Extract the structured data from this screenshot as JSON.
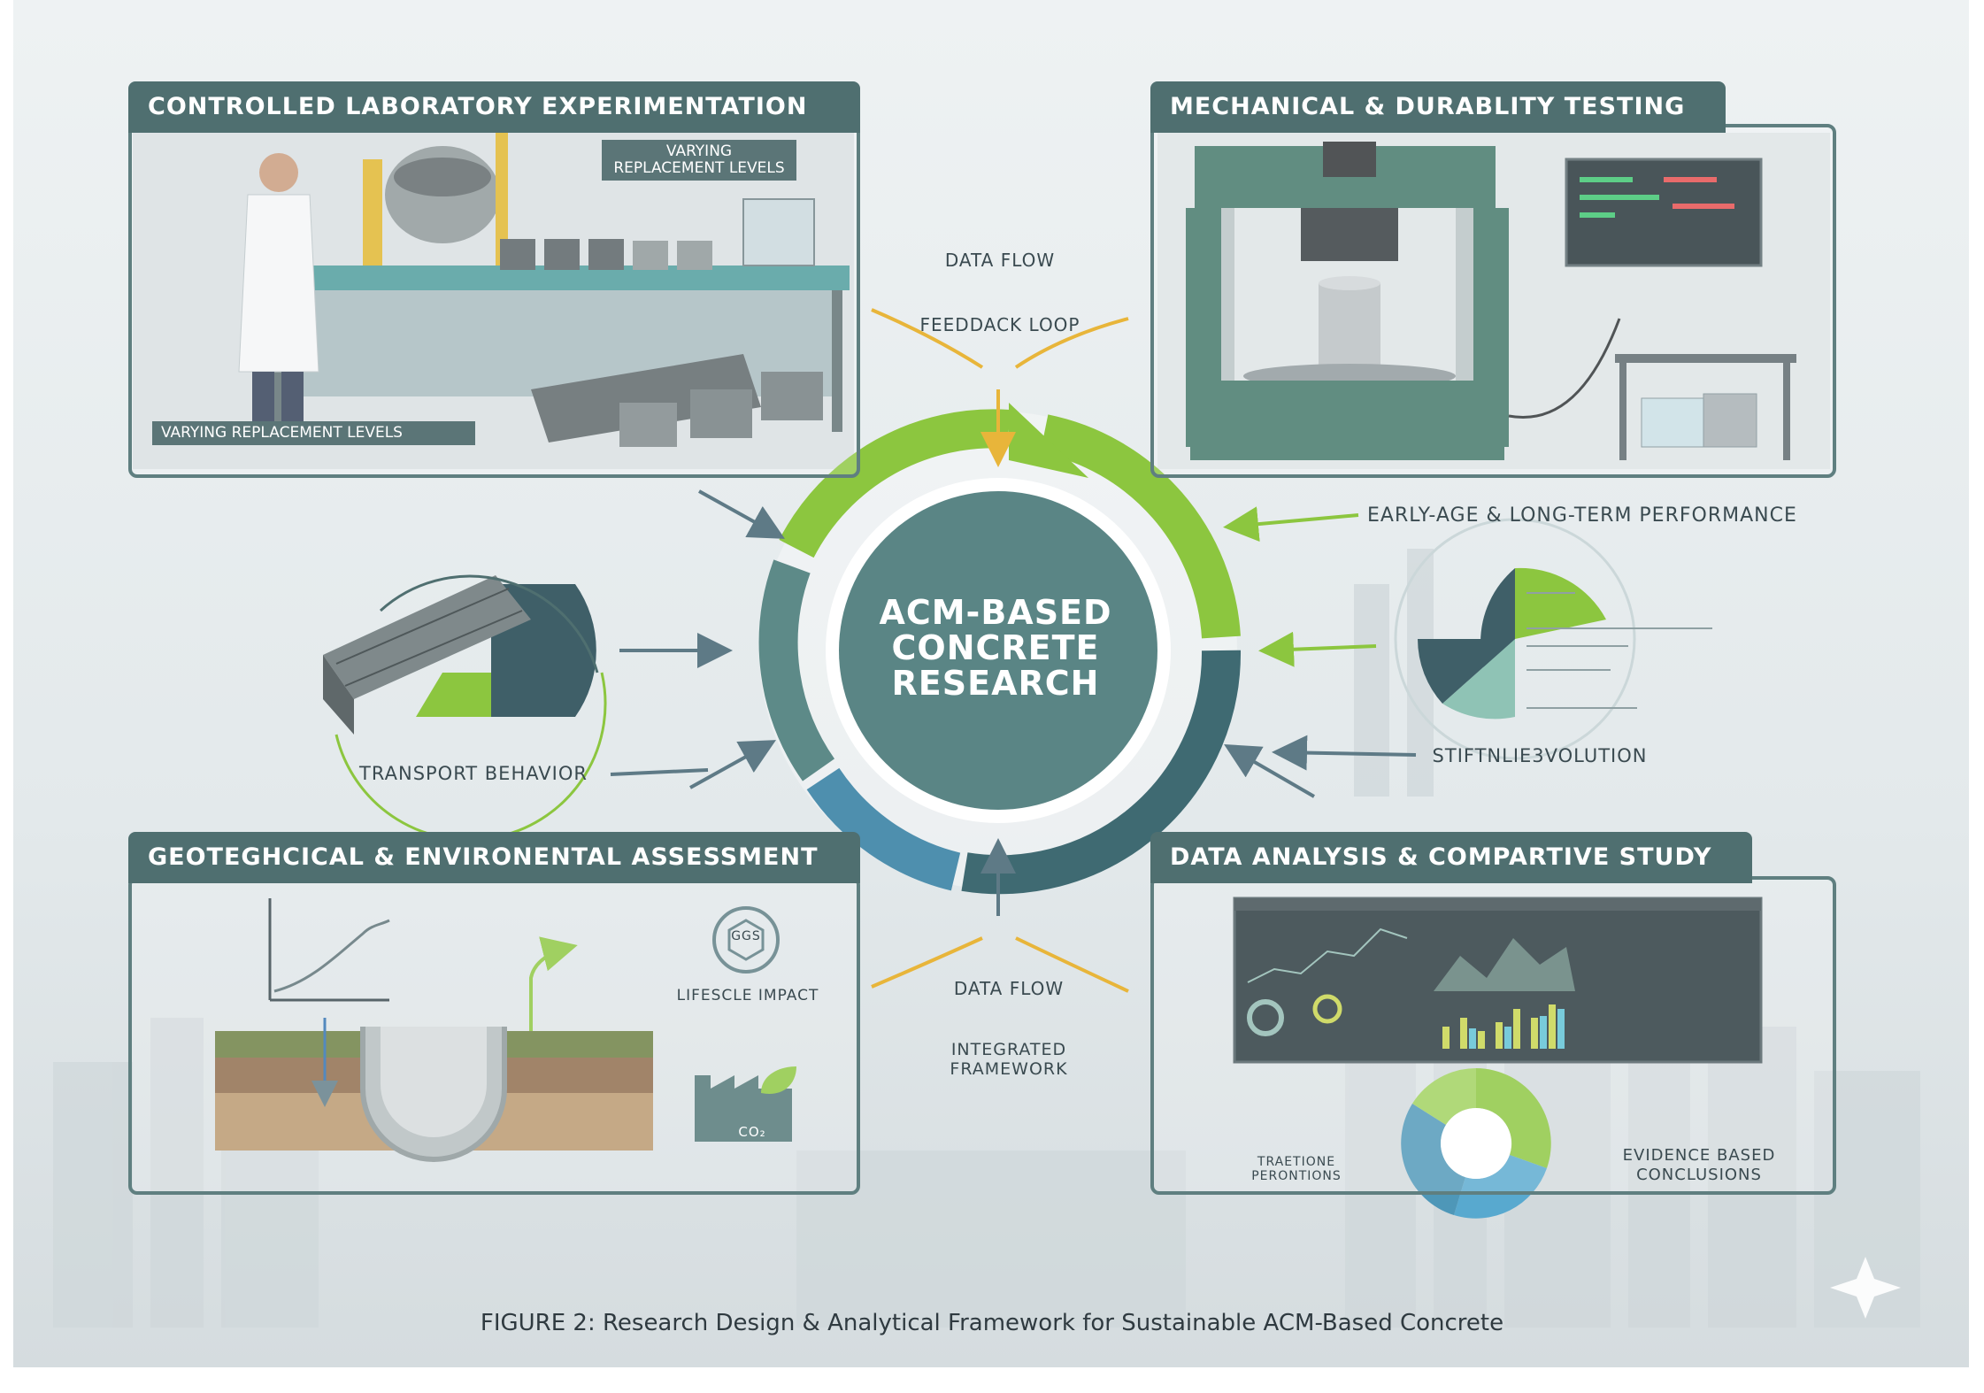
{
  "panels": {
    "lab": {
      "title": "CONTROLLED LABORATORY EXPERIMENTATION",
      "tag_top": "VARYING\nREPLACEMENT LEVELS",
      "tag_bottom": "VARYING REPLACEMENT LEVELS"
    },
    "mech": {
      "title": "MECHANICAL & DURABLITY TESTING"
    },
    "geo": {
      "title": "GEOTEGHCICAL & ENVIRONENTAL ASSESSMENT",
      "impact_label": "LIFESCLE IMPACT",
      "badge_text": "GGS",
      "co2_text": "CO₂"
    },
    "data": {
      "title": "DATA ANALYSIS & COMPARTIVE STUDY",
      "left_label": "TRAETIONE\nPERONTIONS",
      "right_label": "EVIDENCE BASED\nCONCLUSIONS"
    }
  },
  "hub": {
    "title": "ACM-BASED\nCONCRETE\nRESEARCH"
  },
  "flows": {
    "top_flow": "DATA FLOW",
    "feedback": "FEEDDACK LOOP",
    "early_long": "EARLY-AGE & LONG-TERM PERFORMANCE",
    "transport": "TRANSPORT BEHAVIOR",
    "stiffness": "STIFTNLIE3VOLUTION",
    "bottom_flow": "DATA FLOW",
    "integrated": "INTEGRATED\nFRAMEWORK"
  },
  "caption": "FIGURE 2: Research Design & Analytical Framework for Sustainable ACM-Based Concrete",
  "colors": {
    "panel_header": "#4f6f70",
    "panel_border": "#5f7f80",
    "hub_core": "#5a8585",
    "ring_green": "#8cc63f",
    "ring_slate": "#3f6a72",
    "arrow_gold": "#e8b53a",
    "background": "#e6ecee"
  },
  "icons": [
    "gear-icon",
    "leaf-icon",
    "factory-icon",
    "arrow-icon",
    "sparkle-icon"
  ]
}
